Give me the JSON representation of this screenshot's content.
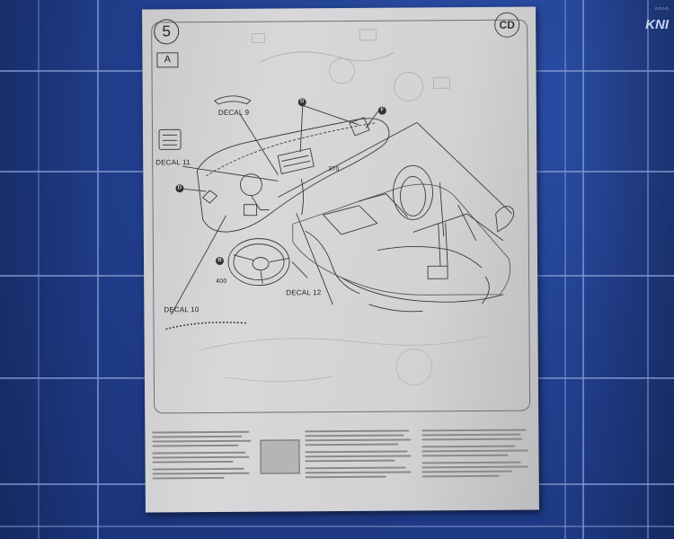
{
  "mat": {
    "print": "KNI"
  },
  "sheet": {
    "step_number": "5",
    "sub_step": "A",
    "labels": {
      "decal_9": "DECAL 9",
      "decal_11": "DECAL 11",
      "decal_10": "DECAL 10",
      "decal_12": "DECAL 12",
      "part_370": "370",
      "part_400": "400"
    },
    "callouts": {
      "d_top": "D",
      "f": "F",
      "d_left": "D",
      "b": "B"
    }
  },
  "colors": {
    "mat": "#213f8e",
    "grid": "#7f97cf",
    "paper": "#d4d4d6",
    "ink": "#3a3a3c"
  }
}
